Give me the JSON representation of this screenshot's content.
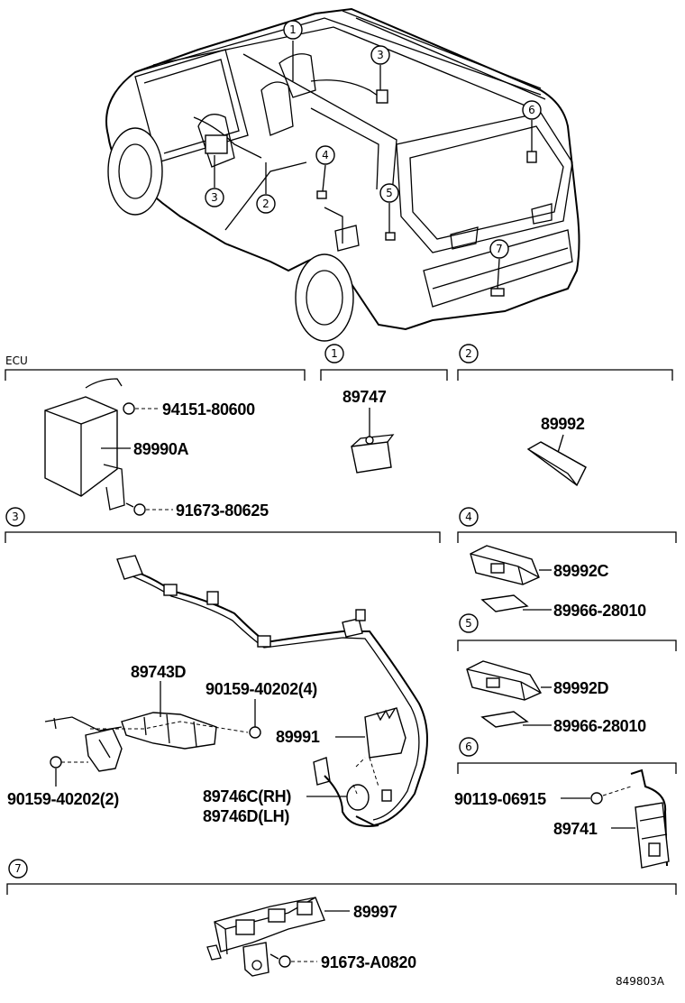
{
  "figure_id": "849803A",
  "car_callouts": [
    "1",
    "2",
    "3",
    "3",
    "4",
    "5",
    "6",
    "7"
  ],
  "sections": {
    "ecu": {
      "title": "ECU",
      "parts": [
        "94151-80600",
        "89990A",
        "91673-80625"
      ]
    },
    "s1": {
      "number": "1",
      "parts": [
        "89747"
      ]
    },
    "s2": {
      "number": "2",
      "parts": [
        "89992"
      ]
    },
    "s3": {
      "number": "3",
      "parts": [
        "89743D",
        "90159-40202(4)",
        "89991",
        "89746C(RH)",
        "89746D(LH)",
        "90159-40202(2)"
      ]
    },
    "s4": {
      "number": "4",
      "parts": [
        "89992C",
        "89966-28010"
      ]
    },
    "s5": {
      "number": "5",
      "parts": [
        "89992D",
        "89966-28010"
      ]
    },
    "s6": {
      "number": "6",
      "parts": [
        "90119-06915",
        "89741"
      ]
    },
    "s7": {
      "number": "7",
      "parts": [
        "89997",
        "91673-A0820"
      ]
    }
  }
}
